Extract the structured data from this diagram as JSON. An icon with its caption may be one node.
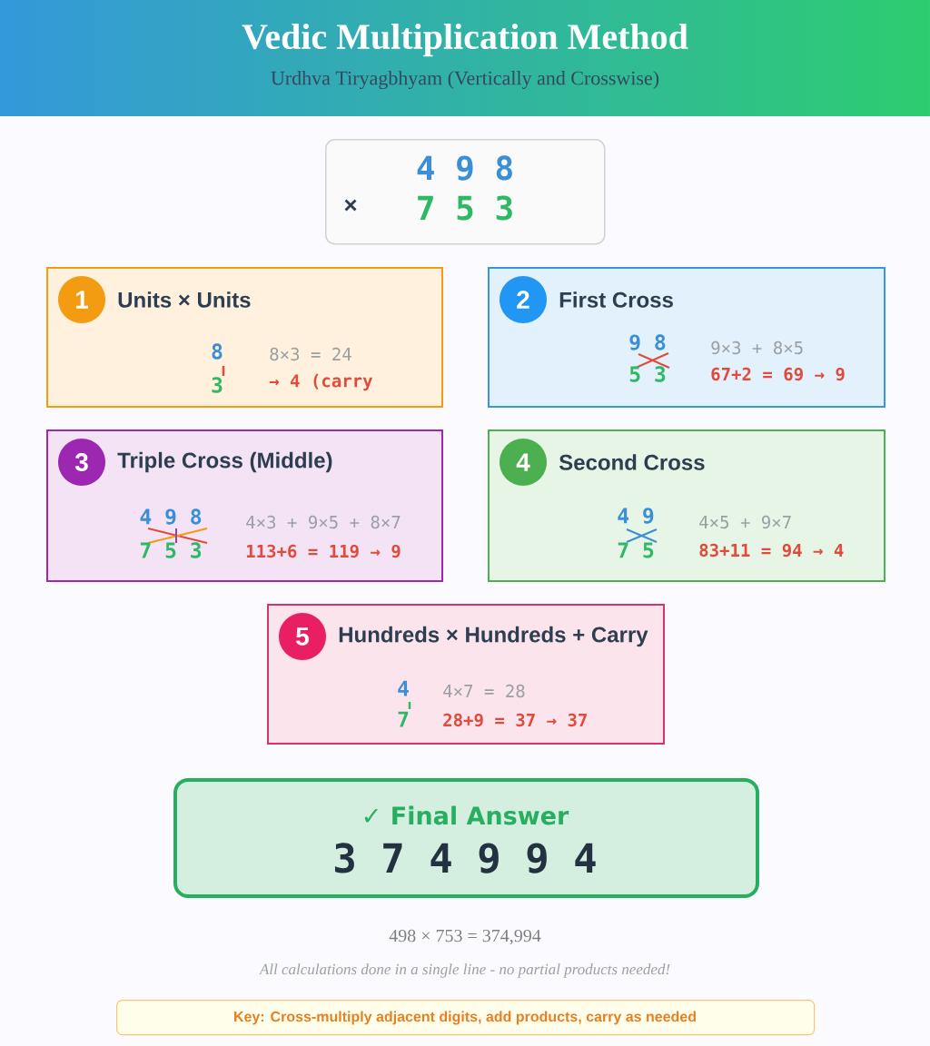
{
  "diagram": {
    "title": "Vedic Multiplication Method",
    "nodes": [
      {
        "text": [
          "4 9 8",
          "×",
          "7 5 3"
        ]
      },
      {
        "text": [
          "Units × Units",
          "8",
          "3",
          "8×3 = 24",
          "→ 4 (carry"
        ]
      },
      {
        "text": [
          "1"
        ],
        "in": 1
      },
      {
        "text": [
          "First Cross",
          "9 8",
          "5 3",
          "9×3 + 8×5",
          "67+2 = 69 → 9"
        ]
      },
      {
        "text": [
          "2"
        ],
        "in": 3
      },
      {
        "text": [
          "Triple Cross (Middle)",
          "4 9 8",
          "7 5 3",
          "4×3 + 9×5 + 8×7",
          "113+6 = 119 → 9"
        ]
      },
      {
        "text": [
          "3"
        ],
        "in": 5
      },
      {
        "text": [
          "Second Cross",
          "4 9",
          "7 5",
          "4×5 + 9×7",
          "83+11 = 94 → 4"
        ]
      },
      {
        "text": [
          "4"
        ],
        "in": 7
      },
      {
        "text": [
          "Hundreds × Hundreds + Carry",
          "4",
          "7",
          "4×7 = 28",
          "28+9 = 37 → 37"
        ]
      },
      {
        "text": [
          "5"
        ],
        "in": 9
      },
      {
        "text": [
          "✓ Final Answer",
          "3 7 4 9 9 4"
        ]
      },
      {
        "text": [
          "Key: Cross-multiply adjacent digits, add products, carry as needed"
        ]
      }
    ],
    "labels": [
      "Urdhva Tiryagbhyam (Vertically and Crosswise)",
      "498 × 753 = 374,994",
      "All calculations done in a single line - no partial products needed!"
    ]
  }
}
